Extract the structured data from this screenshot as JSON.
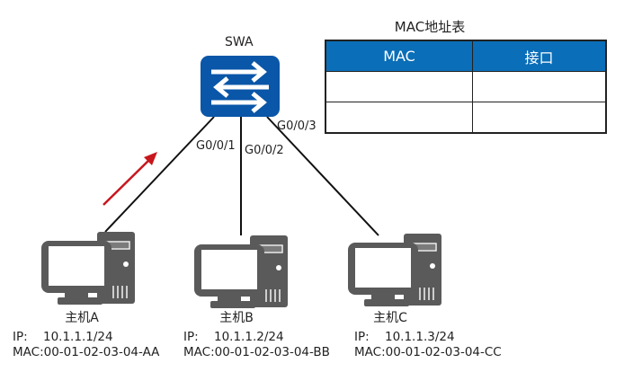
{
  "switch": {
    "name": "SWA",
    "color": "#0a56a8"
  },
  "ports": {
    "p1": "G0/0/1",
    "p2": "G0/0/2",
    "p3": "G0/0/3"
  },
  "mac_table": {
    "title": "MAC地址表",
    "headers": [
      "MAC",
      "接口"
    ],
    "rows": [
      [
        "",
        ""
      ],
      [
        "",
        ""
      ]
    ],
    "header_color": "#0a6eb8"
  },
  "hosts": [
    {
      "name": "主机A",
      "ip_label": "IP:",
      "ip": "10.1.1.1/24",
      "mac": "MAC:00-01-02-03-04-AA"
    },
    {
      "name": "主机B",
      "ip_label": "IP:",
      "ip": "10.1.1.2/24",
      "mac": "MAC:00-01-02-03-04-BB"
    },
    {
      "name": "主机C",
      "ip_label": "IP:",
      "ip": "10.1.1.3/24",
      "mac": "MAC:00-01-02-03-04-CC"
    }
  ],
  "arrow": {
    "color": "#c8161d",
    "direction": "host-A-to-switch"
  },
  "icon_color": "#5a5a5a"
}
